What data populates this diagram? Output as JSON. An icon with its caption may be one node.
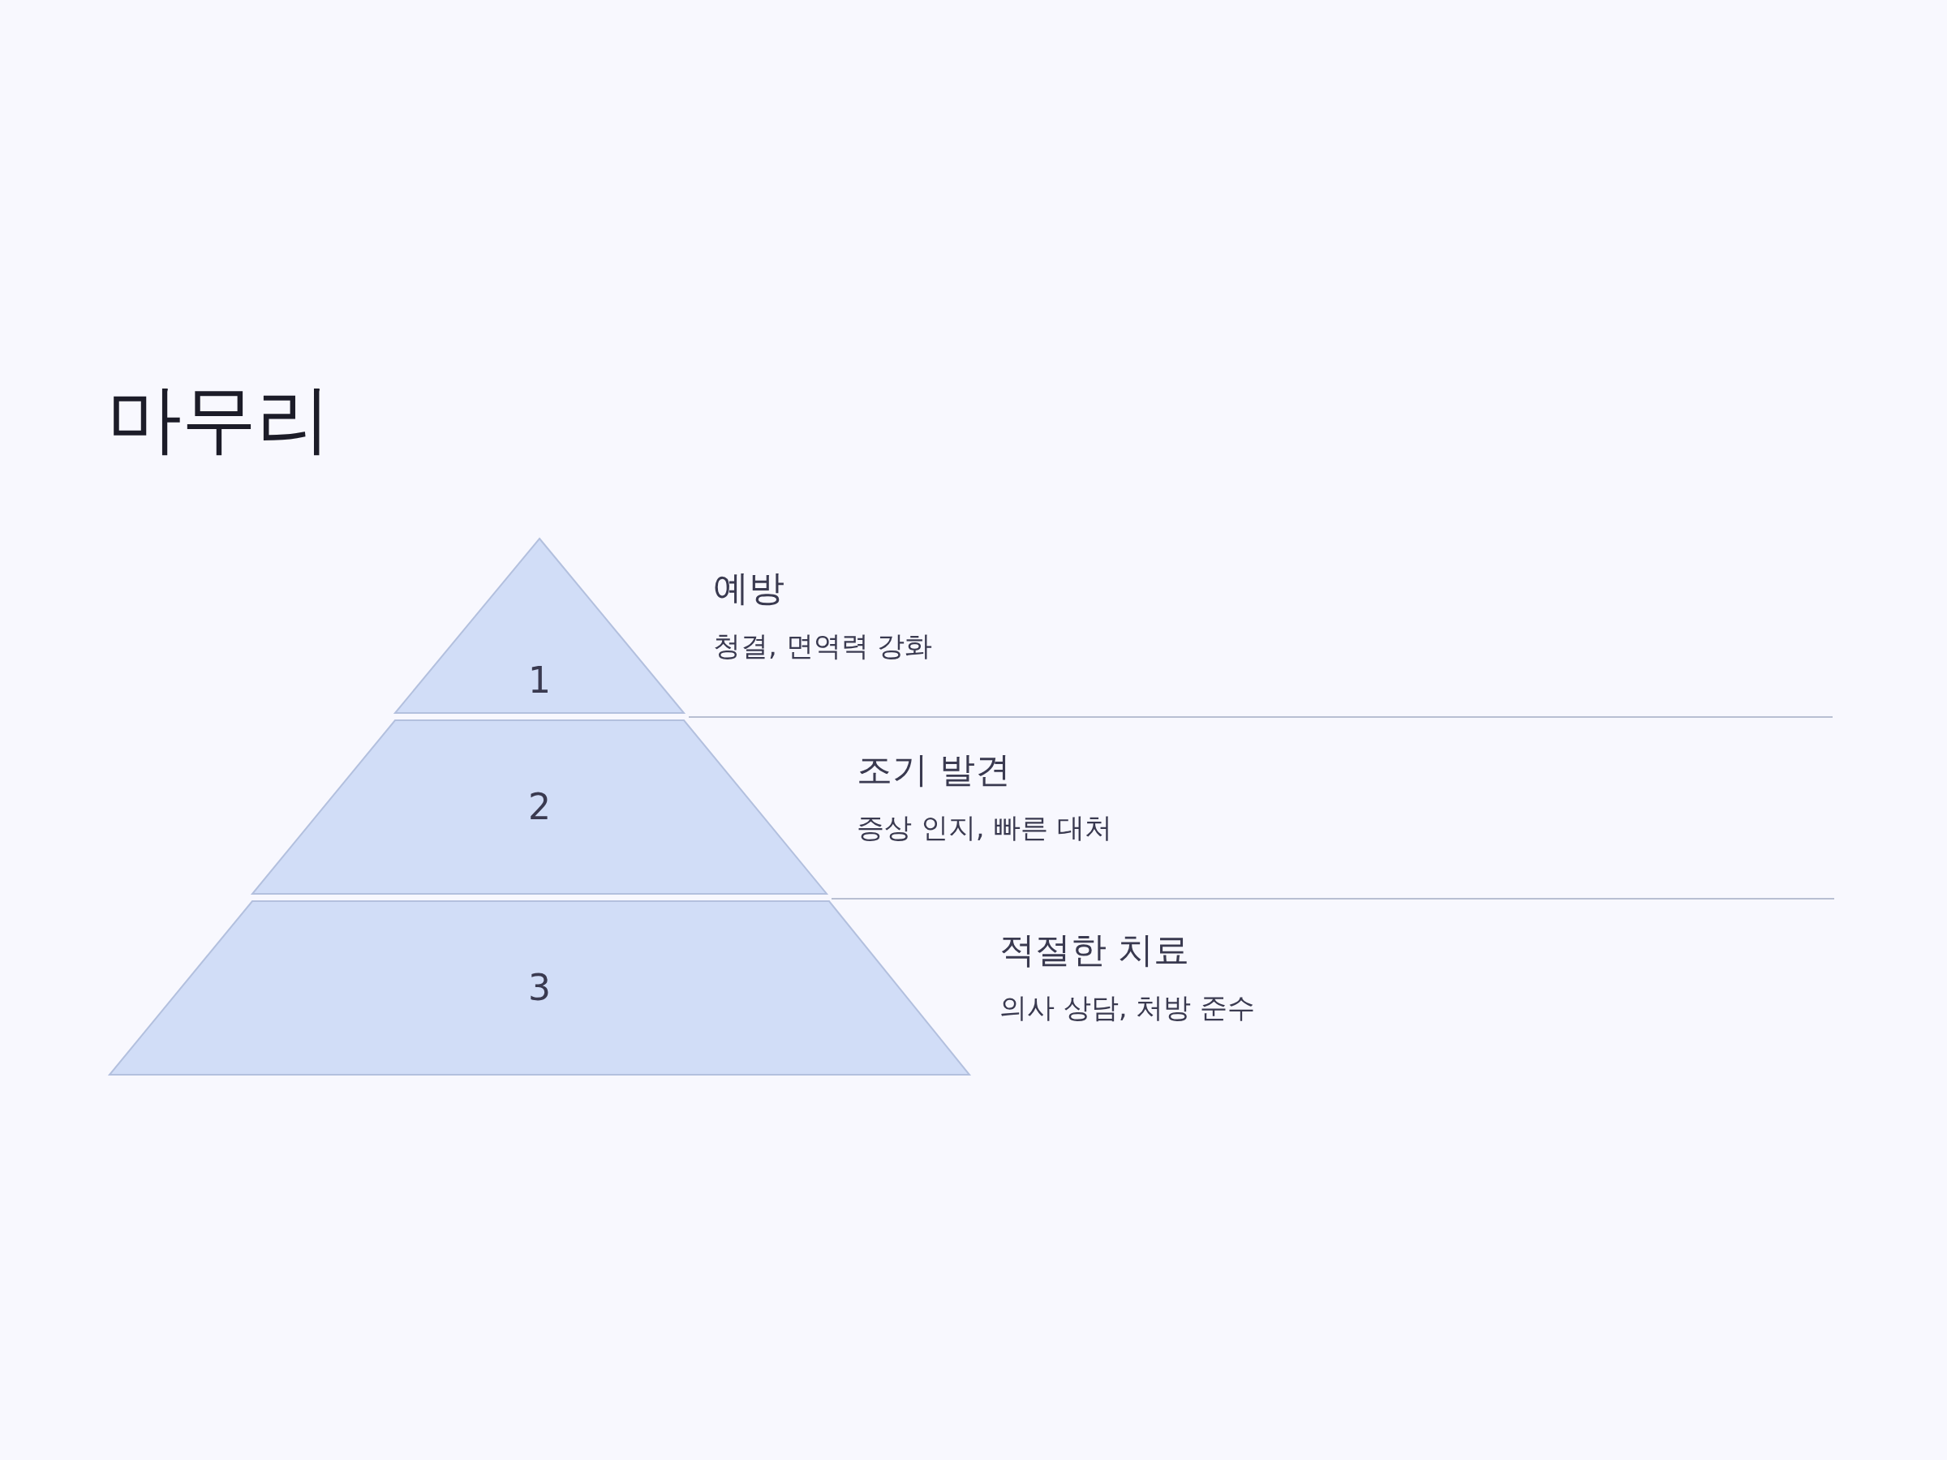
{
  "diagram": {
    "title": "마무리",
    "nodes": [
      {
        "text": [
          "1"
        ],
        "beside": [
          "예방",
          "청결, 면역력 강화"
        ]
      },
      {
        "text": [
          "2"
        ],
        "beside": [
          "조기 발견",
          "증상 인지, 빠른 대처"
        ]
      },
      {
        "text": [
          "3"
        ],
        "beside": [
          "적절한 치료",
          "의사 상담, 처방 준수"
        ]
      }
    ]
  }
}
